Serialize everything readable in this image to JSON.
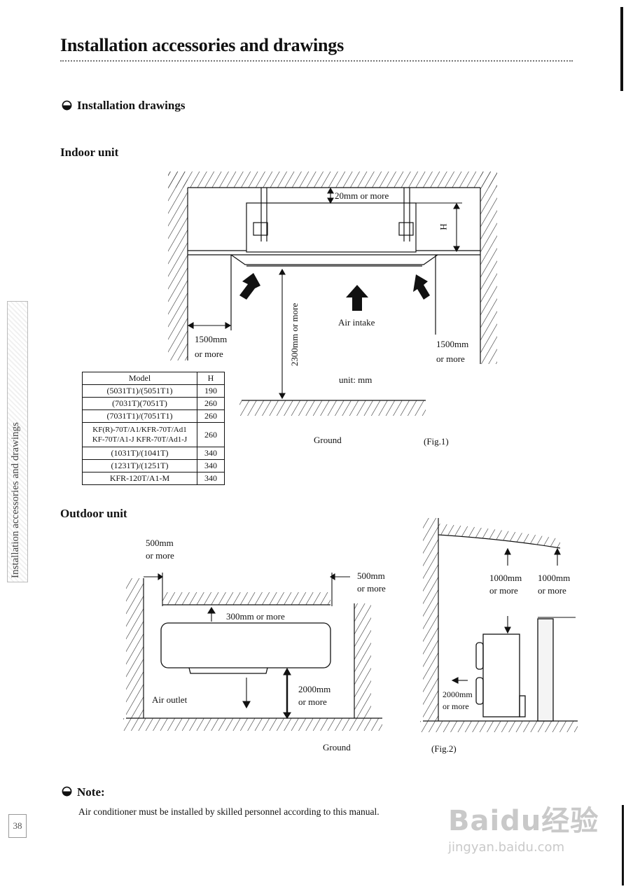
{
  "page": {
    "title": "Installation accessories and drawings",
    "section_heading": "Installation drawings",
    "sidebar_text": "Installation accessories and drawings",
    "page_number": "38"
  },
  "indoor": {
    "heading": "Indoor unit",
    "clearance_top": "20mm or more",
    "h_label": "H",
    "left_clear_1": "1500mm",
    "left_clear_2": "or more",
    "right_clear_1": "1500mm",
    "right_clear_2": "or more",
    "height_label": "2300mm or more",
    "air_intake": "Air intake",
    "unit_note": "unit: mm",
    "ground": "Ground",
    "fig": "(Fig.1)"
  },
  "model_table": {
    "headers": [
      "Model",
      "H"
    ],
    "rows": [
      {
        "model": "(5031T1)/(5051T1)",
        "h": "190"
      },
      {
        "model": "(7031T)(7051T)",
        "h": "260"
      },
      {
        "model": "(7031T1)/(7051T1)",
        "h": "260"
      },
      {
        "model": "KF(R)-70T/A1/KFR-70T/Ad1",
        "model2": "KF-70T/A1-J  KFR-70T/Ad1-J",
        "h": "260"
      },
      {
        "model": "(1031T)/(1041T)",
        "h": "340"
      },
      {
        "model": "(1231T)/(1251T)",
        "h": "340"
      },
      {
        "model": "KFR-120T/A1-M",
        "h": "340"
      }
    ]
  },
  "outdoor": {
    "heading": "Outdoor unit",
    "left_clear_1": "500mm",
    "left_clear_2": "or more",
    "right_clear_1": "500mm",
    "right_clear_2": "or more",
    "top_clear": "300mm or more",
    "air_outlet": "Air outlet",
    "front_clear_1": "2000mm",
    "front_clear_2": "or more",
    "ground": "Ground",
    "side_top1_1": "1000mm",
    "side_top1_2": "or more",
    "side_top2_1": "1000mm",
    "side_top2_2": "or more",
    "side_front_1": "2000mm",
    "side_front_2": "or more",
    "fig": "(Fig.2)"
  },
  "note": {
    "heading": "Note:",
    "text": "Air conditioner must be installed by skilled personnel according to this manual."
  },
  "watermark": {
    "brand": "Baidu经验",
    "url": "jingyan.baidu.com"
  }
}
